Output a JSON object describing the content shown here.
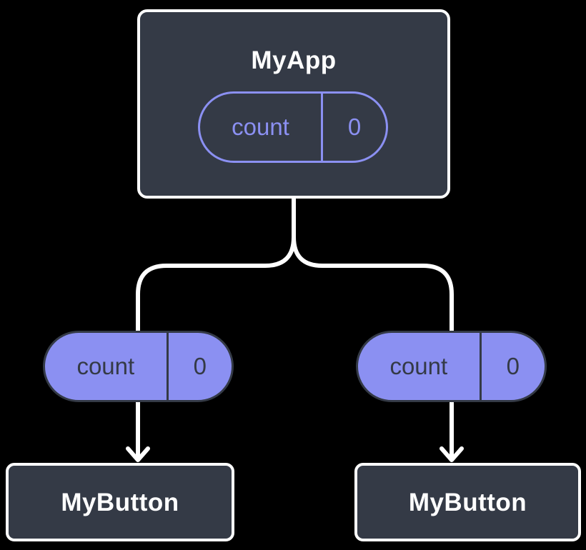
{
  "diagram": {
    "type": "component-tree",
    "background_color": "#000000",
    "card_color": "#343A46",
    "accent_purple": "#8B90F2",
    "connector_color": "#FFFFFF",
    "text_on_card_color": "#FFFFFF"
  },
  "parent": {
    "title": "MyApp",
    "state_pill": {
      "label": "count",
      "value": "0"
    }
  },
  "children": [
    {
      "pill": {
        "label": "count",
        "value": "0"
      },
      "title": "MyButton"
    },
    {
      "pill": {
        "label": "count",
        "value": "0"
      },
      "title": "MyButton"
    }
  ]
}
